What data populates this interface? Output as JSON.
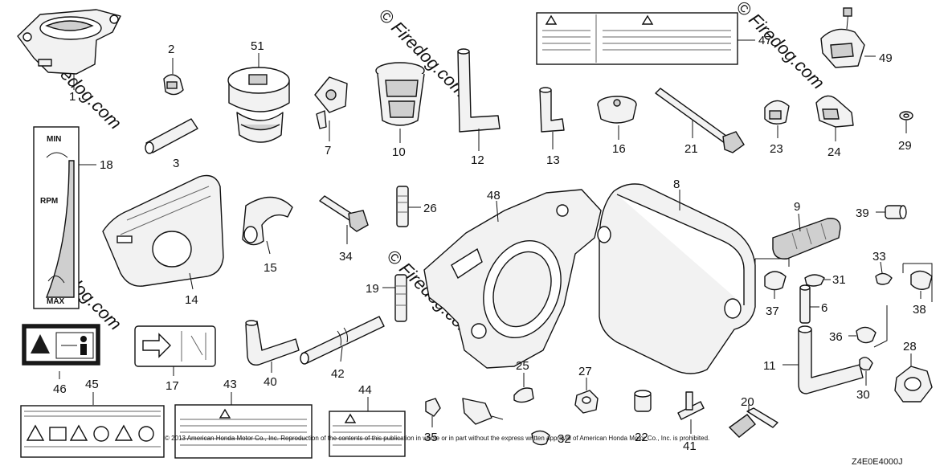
{
  "diagram_code": "Z4E0E4000J",
  "copyright": "© 2013 American Honda Motor Co., Inc. Reproduction of the contents of this publication in whole or in part without the express written approval of American Honda Motor Co., Inc. is prohibited.",
  "watermark": "© Firedog.com",
  "gauge_label": {
    "min": "MIN",
    "rpm": "RPM",
    "max": "MAX"
  },
  "parts": {
    "p1": "1",
    "p2": "2",
    "p3": "3",
    "p6": "6",
    "p7": "7",
    "p8": "8",
    "p9": "9",
    "p10": "10",
    "p11": "11",
    "p12": "12",
    "p13": "13",
    "p14": "14",
    "p15": "15",
    "p16": "16",
    "p17": "17",
    "p18": "18",
    "p19": "19",
    "p20": "20",
    "p21": "21",
    "p22": "22",
    "p23": "23",
    "p24": "24",
    "p25": "25",
    "p26": "26",
    "p27": "27",
    "p28": "28",
    "p29": "29",
    "p30": "30",
    "p31": "31",
    "p32": "32",
    "p33": "33",
    "p34": "34",
    "p35": "35",
    "p36": "36",
    "p37": "37",
    "p38": "38",
    "p39": "39",
    "p40": "40",
    "p41": "41",
    "p42": "42",
    "p43": "43",
    "p44": "44",
    "p45": "45",
    "p46": "46",
    "p47": "47",
    "p48": "48",
    "p49": "49",
    "p51": "51"
  }
}
